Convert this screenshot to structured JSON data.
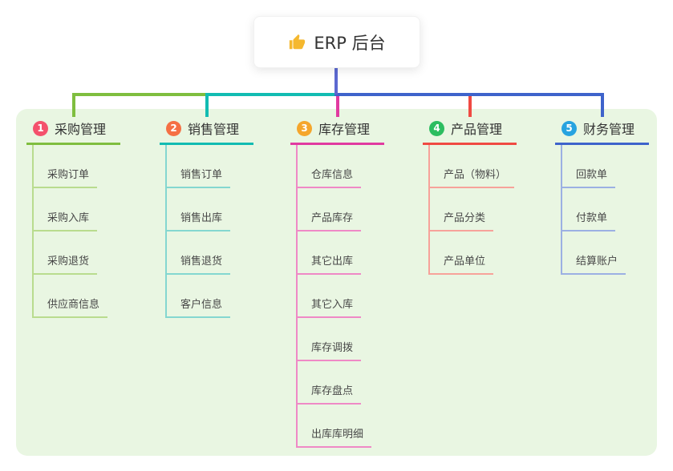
{
  "root": {
    "icon": "thumbs-up-icon",
    "label": "ERP 后台"
  },
  "colors": {
    "page_bg": "#ffffff",
    "panel_bg": "#e9f6e2",
    "root_stem": "#5c69d1",
    "thumb_icon": "#f5b82e",
    "text_primary": "#333333",
    "text_child": "#484848"
  },
  "branches": [
    {
      "badge": "1",
      "label": "采购管理",
      "badge_color": "#f4516c",
      "line_color": "#7fbe3f",
      "child_line_color": "#b9dc8e",
      "children": [
        "采购订单",
        "采购入库",
        "采购退货",
        "供应商信息"
      ]
    },
    {
      "badge": "2",
      "label": "销售管理",
      "badge_color": "#f57044",
      "line_color": "#12bcb2",
      "child_line_color": "#84d7d0",
      "children": [
        "销售订单",
        "销售出库",
        "销售退货",
        "客户信息"
      ]
    },
    {
      "badge": "3",
      "label": "库存管理",
      "badge_color": "#f5a62c",
      "line_color": "#e13aa0",
      "child_line_color": "#ef89c6",
      "children": [
        "仓库信息",
        "产品库存",
        "其它出库",
        "其它入库",
        "库存调拨",
        "库存盘点",
        "出库库明细"
      ]
    },
    {
      "badge": "4",
      "label": "产品管理",
      "badge_color": "#2cbd60",
      "line_color": "#f04a42",
      "child_line_color": "#f7a29a",
      "children": [
        "产品（物料）",
        "产品分类",
        "产品单位"
      ]
    },
    {
      "badge": "5",
      "label": "财务管理",
      "badge_color": "#27a3e0",
      "line_color": "#3e63cb",
      "child_line_color": "#9cb0e3",
      "children": [
        "回款单",
        "付款单",
        "结算账户"
      ]
    }
  ]
}
